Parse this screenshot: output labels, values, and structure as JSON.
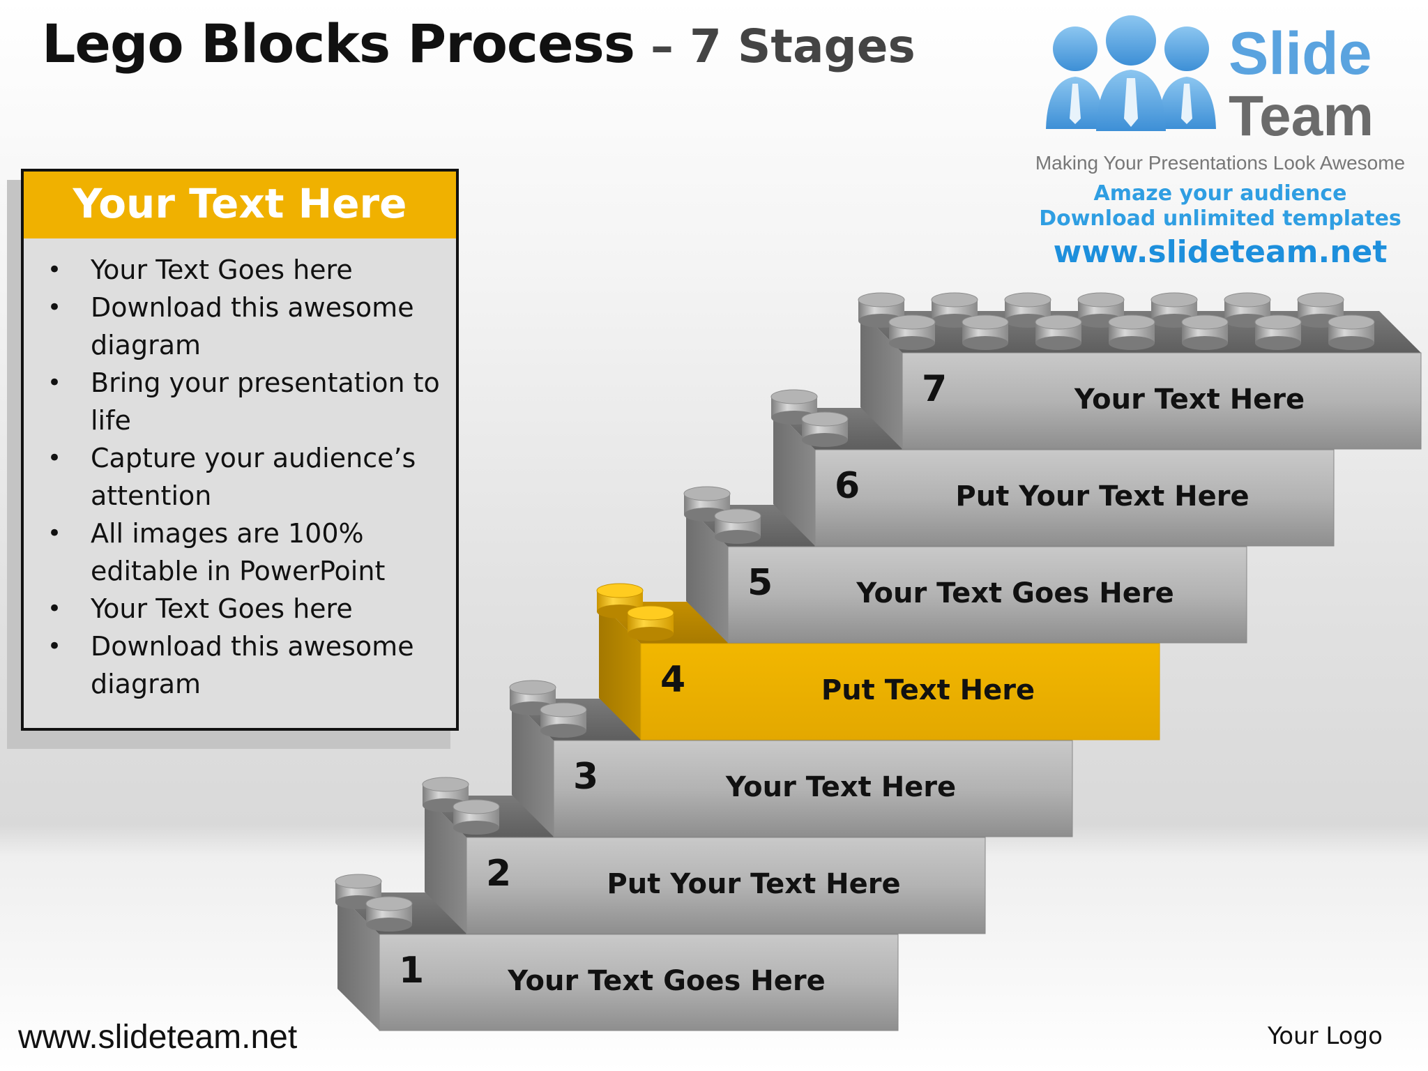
{
  "title": {
    "main": "Lego Blocks Process",
    "sub": " – 7 Stages"
  },
  "logo": {
    "word1": "Slide",
    "word2": "Team",
    "tagline": "Making Your Presentations Look Awesome",
    "line1": "Amaze your audience",
    "line2": "Download unlimited templates",
    "url": "www.slideteam.net"
  },
  "panel": {
    "heading": "Your Text Here",
    "bullets": [
      "Your Text Goes here",
      "Download this awesome diagram",
      "Bring your presentation to life",
      "Capture your audience’s attention",
      "All images are 100% editable in PowerPoint",
      "Your Text Goes here",
      "Download this awesome diagram"
    ]
  },
  "steps": [
    {
      "num": "1",
      "label": "Your Text Goes Here"
    },
    {
      "num": "2",
      "label": "Put Your Text Here"
    },
    {
      "num": "3",
      "label": "Your Text Here"
    },
    {
      "num": "4",
      "label": "Put Text Here"
    },
    {
      "num": "5",
      "label": "Your Text Goes Here"
    },
    {
      "num": "6",
      "label": "Put Your Text Here"
    },
    {
      "num": "7",
      "label": "Your Text Here"
    }
  ],
  "highlight_step": "4",
  "colors": {
    "accent": "#f0b100",
    "brick": "#a8a8a8"
  },
  "footer": {
    "url": "www.slideteam.net",
    "logo": "Your Logo"
  }
}
